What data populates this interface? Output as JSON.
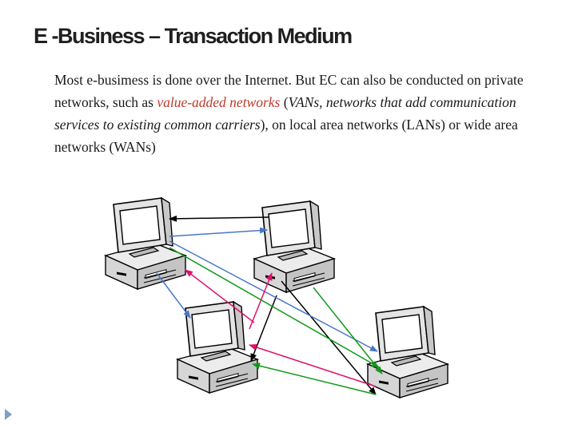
{
  "slide": {
    "title": "E -Business – Transaction Medium",
    "body": {
      "part1": "Most e-busimess is done over the Internet. But EC can also be conducted on private networks, such as ",
      "highlight": "value-added networks",
      "part2": " (",
      "vans_abbr": "VANs,",
      "italic_rest": " networks that add communication services to existing common carriers",
      "part3": "), on local area networks (LANs)  or wide area networks (WANs)"
    }
  },
  "diagram": {
    "computers": [
      "computer-top-left",
      "computer-top-right",
      "computer-bottom-left",
      "computer-bottom-right"
    ],
    "link_colors": {
      "black": "#000000",
      "blue": "#4a76c8",
      "pink": "#e0106a",
      "green": "#0f9a1a"
    }
  },
  "icons": {
    "nav": "triangle-right-icon"
  }
}
